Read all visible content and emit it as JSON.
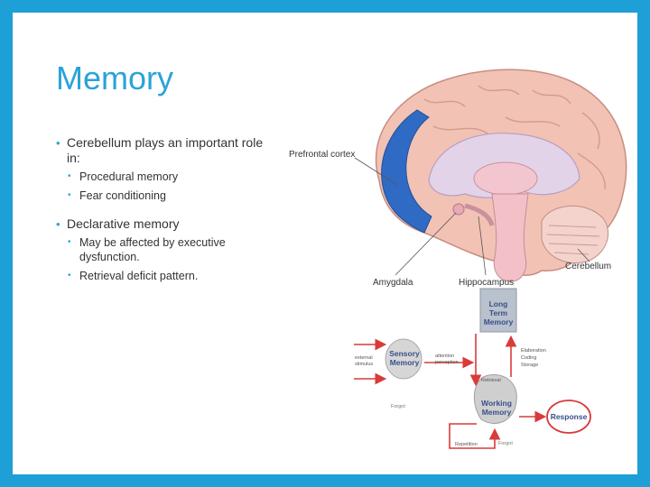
{
  "title": "Memory",
  "bullets": [
    {
      "text": "Cerebellum plays an important role in:",
      "sub": [
        "Procedural memory",
        "Fear conditioning"
      ]
    },
    {
      "text": "Declarative memory",
      "sub": [
        "May be affected by executive dysfunction.",
        "Retrieval deficit pattern."
      ]
    }
  ],
  "brain_figure": {
    "labels": {
      "prefrontal": "Prefrontal cortex",
      "amygdala": "Amygdala",
      "hippocampus": "Hippocampus",
      "cerebellum": "Cerebellum"
    }
  },
  "memory_diagram": {
    "long_term": "Long Term Memory",
    "sensory": "Sensory Memory",
    "working": "Working Memory",
    "response": "Response",
    "external_stimulus": "external stimulus",
    "attention_perception": "attention perception",
    "elaboration": "Elaboration Coding Storage",
    "retrieval": "Retrieval",
    "repetition": "Repetition",
    "forgot_1": "Forgot",
    "forgot_2": "Forgot"
  },
  "colors": {
    "frame": "#1e9fd6",
    "title": "#2aa3d8",
    "prefrontal": "#2f6bc4",
    "arrow": "#d93a3a",
    "memory_text": "#3a4f8a"
  }
}
